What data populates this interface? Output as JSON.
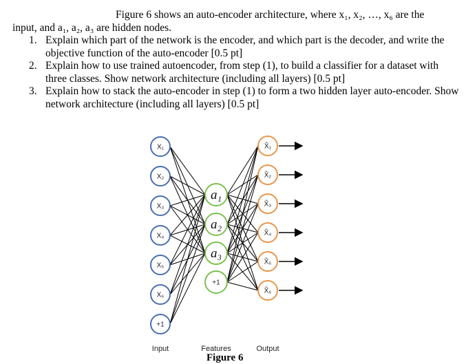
{
  "intro": {
    "line1": "Figure 6 shows an auto-encoder architecture, where x₁, x₂, …, x₆ are the",
    "line2": "input, and a₁, a₂, a₃ are hidden nodes."
  },
  "questions": [
    {
      "num": "1.",
      "text": "Explain which part of the network is the encoder, and which part is the decoder, and write the objective function of the auto-encoder [0.5 pt]"
    },
    {
      "num": "2.",
      "text": "Explain how to use trained autoencoder, from step (1), to build a classifier for a dataset with three classes. Show network architecture (including all layers) [0.5 pt]"
    },
    {
      "num": "3.",
      "text": "Explain how to stack the auto-encoder in step (1) to form a two hidden layer auto-encoder. Show network architecture (including all layers) [0.5 pt]"
    }
  ],
  "figure": {
    "input_nodes": [
      "X₁",
      "X₂",
      "X₃",
      "X₄",
      "X₅",
      "X₆"
    ],
    "input_bias": "+1",
    "hidden_nodes": [
      "a₁",
      "a₂",
      "a₃"
    ],
    "hidden_bias": "+1",
    "output_nodes": [
      "X̂₁",
      "X̂₂",
      "X̂₃",
      "X̂₄",
      "X̂₅",
      "X̂₆"
    ],
    "labels": {
      "input": "Input",
      "features": "Features",
      "output": "Output"
    },
    "caption": "Figure 6",
    "colors": {
      "input": "#4a6fb0",
      "hidden": "#7dbf53",
      "output": "#e8964d",
      "edges": "#000000"
    }
  }
}
